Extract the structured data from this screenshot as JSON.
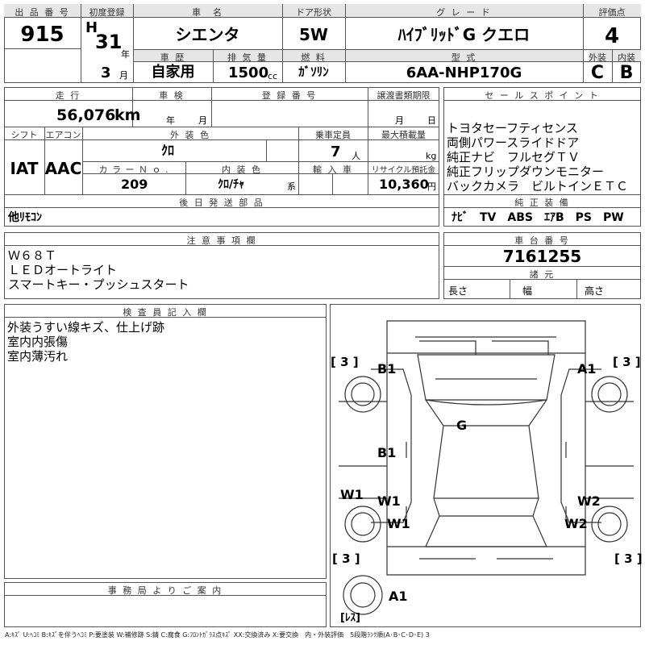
{
  "labels": {
    "lot_no": "出 品 番 号",
    "first_reg": "初度登録",
    "car_name": "車　名",
    "door": "ドア形状",
    "grade": "グ レ ー ド",
    "score": "評価点",
    "history": "車 歴",
    "displacement": "排 気 量",
    "fuel": "燃 料",
    "model": "型 式",
    "exterior": "外装",
    "interior": "内装",
    "mileage": "走 行",
    "inspection": "車 検",
    "reg_no": "登 録 番 号",
    "transfer": "譲渡書類期限",
    "sales_point": "セ ー ル ス ポ イ ン ト",
    "shift": "シフト",
    "ac": "エアコン",
    "ext_color": "外 装 色",
    "capacity": "乗車定員",
    "max_load": "最大積載量",
    "color_no": "カ ラ ー Ｎ ｏ .",
    "int_color": "内 装 色",
    "import": "輸 入 車",
    "recycle": "リサイクル預託金",
    "later_parts": "後 日 発 送 部 品",
    "genuine": "純 正 装 備",
    "notes": "注 意 事 項 欄",
    "chassis": "車 台 番 号",
    "dims": "諸 元",
    "inspector": "検 査 員 記 入 欄",
    "office": "事 務 局 よ り ご 案 内"
  },
  "values": {
    "lot_no": "915",
    "era": "H",
    "year": "31",
    "year_unit": "年",
    "month": "3",
    "month_unit": "月",
    "car_name": "シエンタ",
    "door": "5W",
    "grade": "ﾊｲﾌﾞﾘｯﾄﾞG クエロ",
    "score": "4",
    "history": "自家用",
    "displacement": "1500",
    "cc": "cc",
    "fuel": "ｶﾞｿﾘﾝ",
    "model": "6AA-NHP170G",
    "exterior": "C",
    "interior": "B",
    "mileage": "56,076",
    "km": "km",
    "insp_year": "年",
    "insp_month": "月",
    "transfer_month": "月",
    "transfer_day": "日",
    "shift": "IAT",
    "ac": "AAC",
    "ext_color": "ｸﾛ",
    "capacity": "7",
    "person": "人",
    "kg": "kg",
    "color_no": "209",
    "int_color": "ｸﾛ/ﾁｬ",
    "kei": "系",
    "recycle": "10,360",
    "yen": "円",
    "later_parts": "他ﾘﾓｺﾝ",
    "genuine": "ﾅﾋﾞ　TV　ABS　ｴｱB　PS　PW",
    "chassis": "7161255",
    "length": "長さ",
    "width": "幅",
    "height": "高さ"
  },
  "sales_points": [
    "トヨタセーフティセンス",
    "両側パワースライドドア",
    "純正ナビ　フルセグＴＶ",
    "純正フリップダウンモニター",
    "バックカメラ　ビルトインＥＴＣ"
  ],
  "notes": [
    "Ｗ６８Ｔ",
    "ＬＥＤオートライト",
    "スマートキー・プッシュスタート"
  ],
  "inspector_notes": [
    "外装うすい線キズ、仕上げ跡",
    "室内内張傷",
    "室内薄汚れ"
  ],
  "diagram": {
    "tl": "[ 3 ]",
    "tr": "[ 3 ]",
    "bl": "[ 3 ]",
    "br": "[ 3 ]",
    "bottom": "[ﾚｽ]",
    "marks": [
      "B1",
      "A1",
      "G",
      "B1",
      "W1",
      "W1",
      "W2",
      "W1",
      "W2",
      "A1"
    ]
  },
  "legend": "A:ｷｽﾞ U:ﾍｺﾐ B:ｷｽﾞを伴うﾍｺﾐ P:要塗装 W:補修跡 S:錆 C:腐食 G:ﾌﾛﾝﾄｶﾞﾗｽ点ｷｽﾞ XX:交換済み X:要交換　内・外装評価　5段階ﾗﾝｸ順(A･B･C･D･E) 3"
}
